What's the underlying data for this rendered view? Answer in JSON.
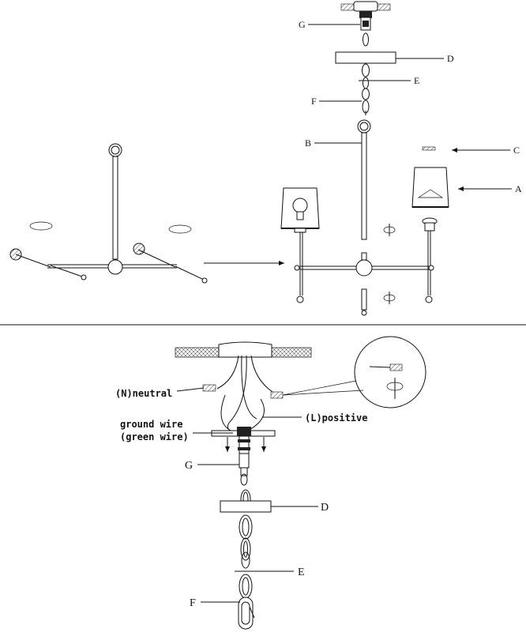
{
  "top_labels": {
    "G": "G",
    "D": "D",
    "E": "E",
    "F": "F",
    "B": "B",
    "C": "C",
    "A": "A"
  },
  "bottom_labels": {
    "neutral": "(N)neutral",
    "positive": "(L)positive",
    "ground_line1": "ground wire",
    "ground_line2": "(green wire)",
    "G": "G",
    "D": "D",
    "E": "E",
    "F": "F"
  }
}
